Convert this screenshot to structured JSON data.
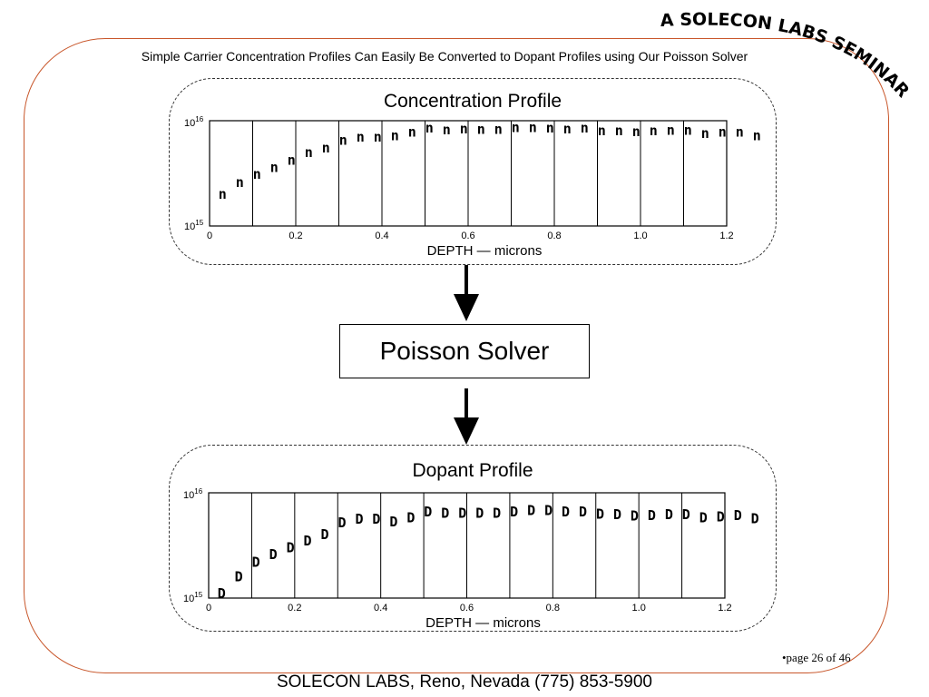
{
  "banner": {
    "text": "A SOLECON LABS SEMINAR",
    "color": "#000000"
  },
  "slide": {
    "title": "Simple Carrier Concentration Profiles Can Easily Be Converted to Dopant Profiles using Our Poisson Solver",
    "frame_color": "#c8562a"
  },
  "solver": {
    "label": "Poisson Solver"
  },
  "page_number": "•page 26 of 46",
  "footer": "SOLECON  LABS,  Reno, Nevada (775) 853-5900",
  "icons": {
    "arrow": "arrow-down-icon"
  },
  "chart_data": [
    {
      "type": "scatter",
      "title": "Concentration Profile",
      "xlabel": "DEPTH — microns",
      "ylabel": "",
      "marker": "n",
      "x_ticks": [
        "0",
        "0.2",
        "0.4",
        "0.6",
        "0.8",
        "1.0",
        "1.2"
      ],
      "y_ticks": [
        {
          "base": "10",
          "exp": "16"
        },
        {
          "base": "10",
          "exp": "15"
        }
      ],
      "xlim": [
        0,
        1.2
      ],
      "ylim": [
        1000000000000000.0,
        1e+16
      ],
      "log_y": true,
      "grid": "vertical",
      "x": [
        0.03,
        0.07,
        0.11,
        0.15,
        0.19,
        0.23,
        0.27,
        0.31,
        0.35,
        0.39,
        0.43,
        0.47,
        0.51,
        0.55,
        0.59,
        0.63,
        0.67,
        0.71,
        0.75,
        0.79,
        0.83,
        0.87,
        0.91,
        0.95,
        0.99,
        1.03,
        1.07,
        1.11,
        1.15,
        1.19,
        1.23,
        1.27
      ],
      "y": [
        2000000000000000.0,
        2600000000000000.0,
        3100000000000000.0,
        3600000000000000.0,
        4200000000000000.0,
        5000000000000000.0,
        5500000000000000.0,
        6500000000000000.0,
        7000000000000000.0,
        7000000000000000.0,
        7200000000000000.0,
        7800000000000000.0,
        8500000000000000.0,
        8200000000000000.0,
        8400000000000000.0,
        8300000000000000.0,
        8300000000000000.0,
        8600000000000000.0,
        8600000000000000.0,
        8500000000000000.0,
        8400000000000000.0,
        8500000000000000.0,
        8000000000000000.0,
        8000000000000000.0,
        7900000000000000.0,
        8000000000000000.0,
        8100000000000000.0,
        8100000000000000.0,
        7600000000000000.0,
        7800000000000000.0,
        7800000000000000.0,
        7200000000000000.0
      ]
    },
    {
      "type": "scatter",
      "title": "Dopant Profile",
      "xlabel": "DEPTH — microns",
      "ylabel": "",
      "marker": "D",
      "x_ticks": [
        "0",
        "0.2",
        "0.4",
        "0.6",
        "0.8",
        "1.0",
        "1.2"
      ],
      "y_ticks": [
        {
          "base": "10",
          "exp": "16"
        },
        {
          "base": "10",
          "exp": "15"
        }
      ],
      "xlim": [
        0,
        1.2
      ],
      "ylim": [
        1000000000000000.0,
        1e+16
      ],
      "log_y": true,
      "grid": "vertical",
      "x": [
        0.03,
        0.07,
        0.11,
        0.15,
        0.19,
        0.23,
        0.27,
        0.31,
        0.35,
        0.39,
        0.43,
        0.47,
        0.51,
        0.55,
        0.59,
        0.63,
        0.67,
        0.71,
        0.75,
        0.79,
        0.83,
        0.87,
        0.91,
        0.95,
        0.99,
        1.03,
        1.07,
        1.11,
        1.15,
        1.19,
        1.23,
        1.27
      ],
      "y": [
        1100000000000000.0,
        1600000000000000.0,
        2200000000000000.0,
        2600000000000000.0,
        3000000000000000.0,
        3500000000000000.0,
        4000000000000000.0,
        5200000000000000.0,
        5600000000000000.0,
        5600000000000000.0,
        5300000000000000.0,
        5800000000000000.0,
        6600000000000000.0,
        6400000000000000.0,
        6400000000000000.0,
        6400000000000000.0,
        6400000000000000.0,
        6600000000000000.0,
        6800000000000000.0,
        6800000000000000.0,
        6600000000000000.0,
        6600000000000000.0,
        6300000000000000.0,
        6200000000000000.0,
        6000000000000000.0,
        6100000000000000.0,
        6200000000000000.0,
        6200000000000000.0,
        5800000000000000.0,
        5900000000000000.0,
        6100000000000000.0,
        5700000000000000.0
      ]
    }
  ]
}
